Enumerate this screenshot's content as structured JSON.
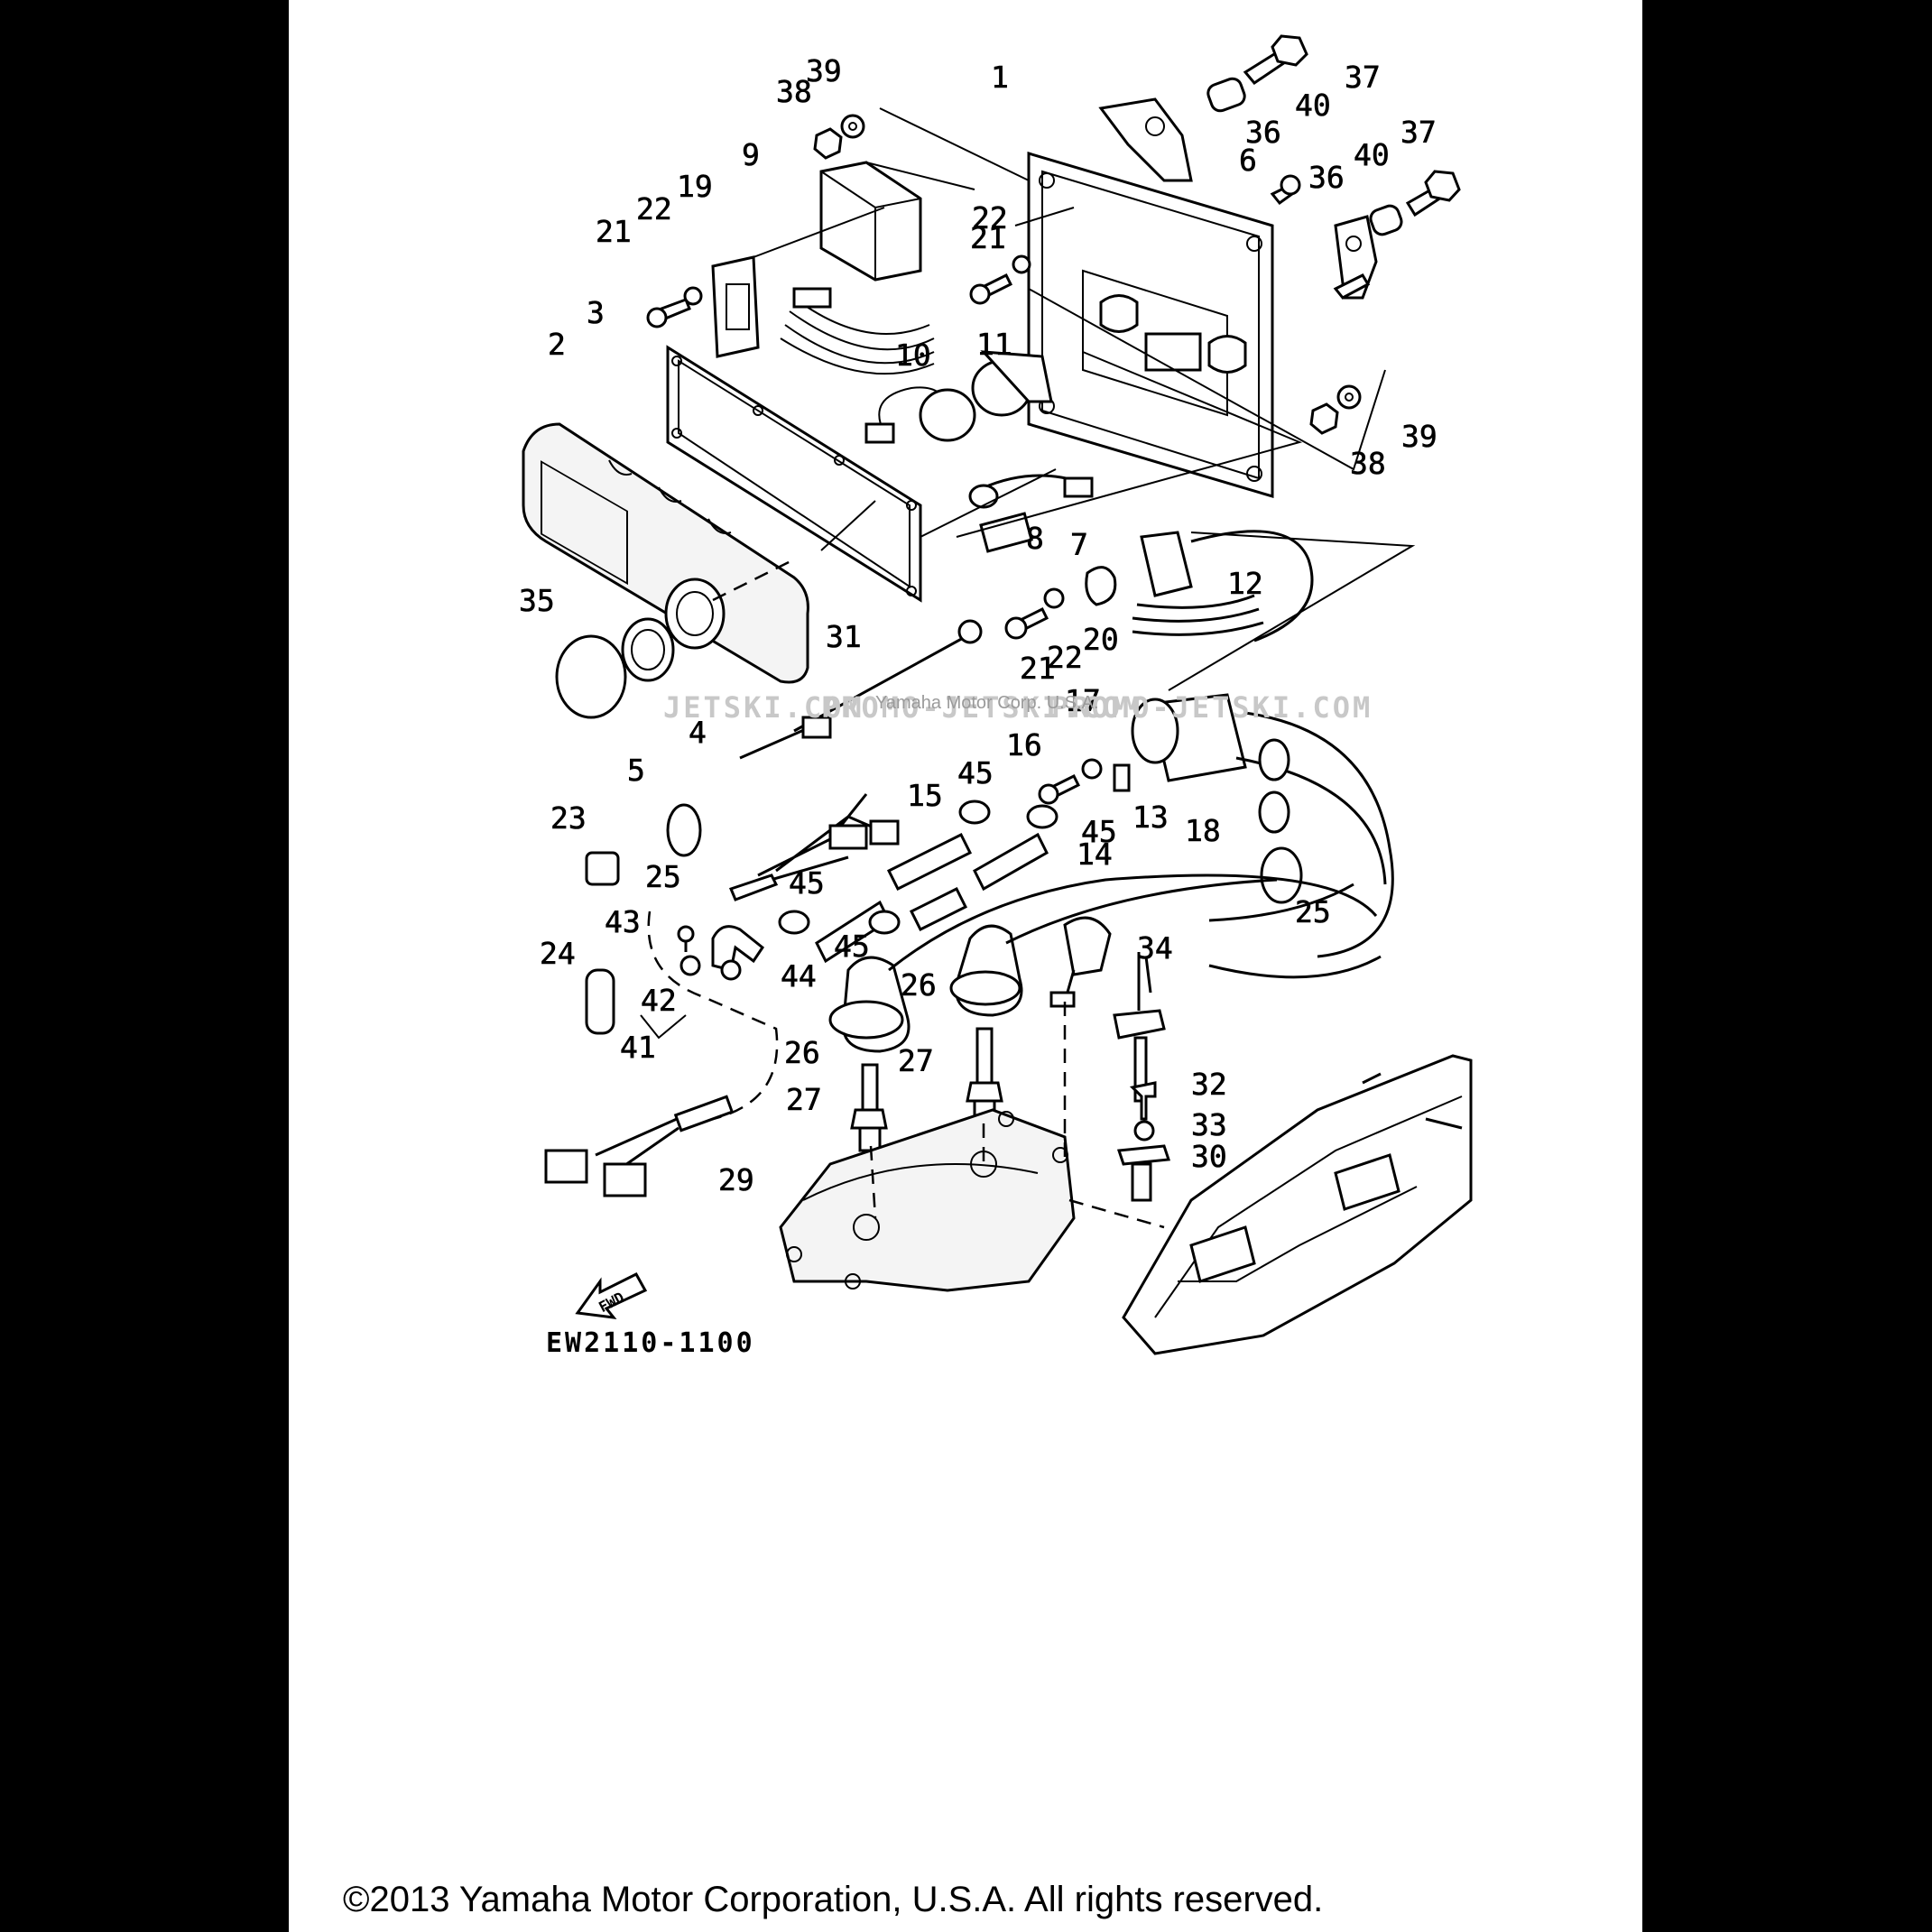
{
  "diagram": {
    "drawing_code": "EW2110-1100",
    "fwd_label": "FWD",
    "copyright": "©2013 Yamaha Motor Corporation, U.S.A. All rights reserved.",
    "watermark": {
      "left": "JETSKI.COM",
      "center": "PROMO-JETSKI.COM",
      "right": "PROMO-JETSKI.COM",
      "overlay": "Yamaha Motor Corp. U.S.A."
    },
    "callouts": [
      "1",
      "2",
      "3",
      "4",
      "5",
      "6",
      "7",
      "8",
      "9",
      "10",
      "11",
      "12",
      "13",
      "14",
      "15",
      "16",
      "17",
      "18",
      "19",
      "20",
      "21",
      "21",
      "21",
      "22",
      "22",
      "22",
      "23",
      "24",
      "25",
      "25",
      "26",
      "26",
      "27",
      "27",
      "29",
      "30",
      "31",
      "32",
      "33",
      "34",
      "35",
      "36",
      "36",
      "37",
      "37",
      "38",
      "38",
      "39",
      "39",
      "40",
      "40",
      "41",
      "42",
      "43",
      "44",
      "45",
      "45",
      "45",
      "45"
    ]
  }
}
